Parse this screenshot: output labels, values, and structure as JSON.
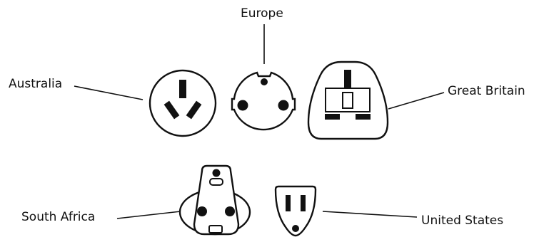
{
  "labels": {
    "europe": "Europe",
    "australia": "Australia",
    "great_britain": "Great Britain",
    "south_africa": "South Africa",
    "united_states": "United States"
  }
}
